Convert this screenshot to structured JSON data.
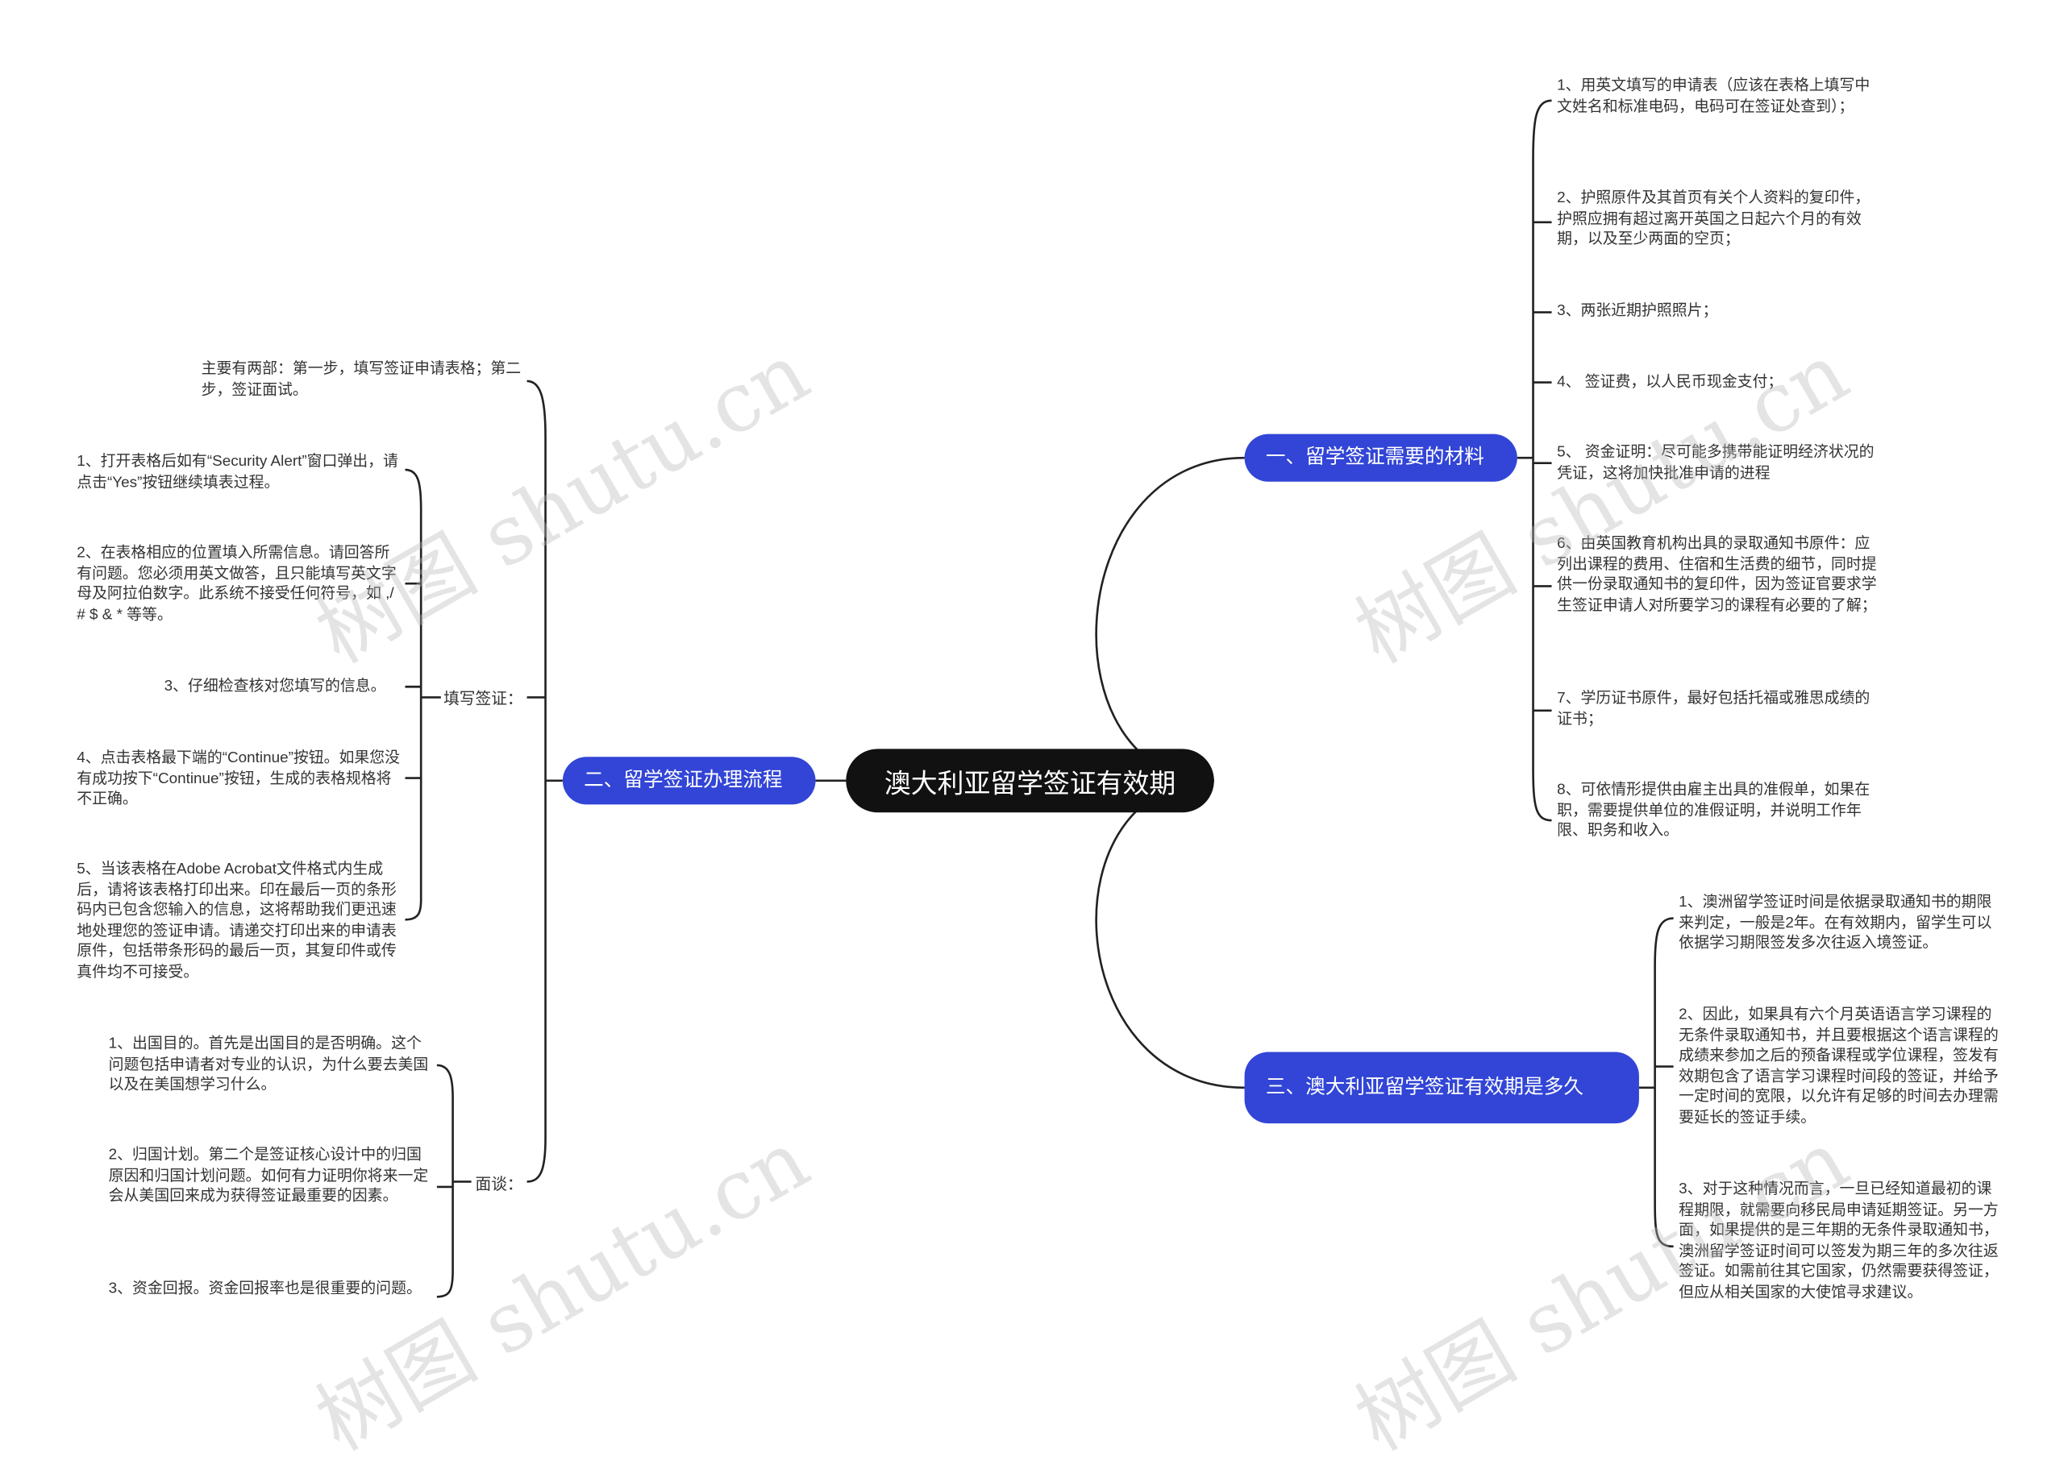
{
  "root": "澳大利亚留学签证有效期",
  "branches": {
    "b1": {
      "title": "一、留学签证需要的材料",
      "items": [
        "1、用英文填写的申请表（应该在表格上填写中文姓名和标准电码，电码可在签证处查到）；",
        "2、护照原件及其首页有关个人资料的复印件，护照应拥有超过离开英国之日起六个月的有效期，以及至少两面的空页；",
        "3、两张近期护照照片；",
        "4、 签证费，以人民币现金支付；",
        "5、 资金证明：尽可能多携带能证明经济状况的凭证，这将加快批准申请的进程",
        "6、由英国教育机构出具的录取通知书原件：应列出课程的费用、住宿和生活费的细节，同时提供一份录取通知书的复印件，因为签证官要求学生签证申请人对所要学习的课程有必要的了解；",
        "7、学历证书原件，最好包括托福或雅思成绩的证书；",
        "8、可依情形提供由雇主出具的准假单，如果在职，需要提供单位的准假证明，并说明工作年限、职务和收入。"
      ]
    },
    "b2": {
      "title": "二、留学签证办理流程",
      "intro": "主要有两部：第一步，填写签证申请表格；第二步，签证面试。",
      "fill_label": "填写签证：",
      "fill_items": [
        "1、打开表格后如有“Security Alert”窗口弹出，请点击“Yes”按钮继续填表过程。",
        "2、在表格相应的位置填入所需信息。请回答所有问题。您必须用英文做答，且只能填写英文字母及阿拉伯数字。此系统不接受任何符号，如 ,/ # $ & * 等等。",
        "3、仔细检查核对您填写的信息。",
        "4、点击表格最下端的“Continue”按钮。如果您没有成功按下“Continue”按钮，生成的表格规格将不正确。",
        "5、当该表格在Adobe Acrobat文件格式内生成后，请将该表格打印出来。印在最后一页的条形码内已包含您输入的信息，这将帮助我们更迅速地处理您的签证申请。请递交打印出来的申请表原件，包括带条形码的最后一页，其复印件或传真件均不可接受。"
      ],
      "interview_label": "面谈：",
      "interview_items": [
        "1、出国目的。首先是出国目的是否明确。这个问题包括申请者对专业的认识，为什么要去美国以及在美国想学习什么。",
        "2、归国计划。第二个是签证核心设计中的归国原因和归国计划问题。如何有力证明你将来一定会从美国回来成为获得签证最重要的因素。",
        "3、资金回报。资金回报率也是很重要的问题。"
      ]
    },
    "b3": {
      "title": "三、澳大利亚留学签证有效期是多久",
      "items": [
        "1、澳洲留学签证时间是依据录取通知书的期限来判定，一般是2年。在有效期内，留学生可以依据学习期限签发多次往返入境签证。",
        "2、因此，如果具有六个月英语语言学习课程的无条件录取通知书，并且要根据这个语言课程的成绩来参加之后的预备课程或学位课程，签发有效期包含了语言学习课程时间段的签证，并给予一定时间的宽限，以允许有足够的时间去办理需要延长的签证手续。",
        "3、对于这种情况而言，一旦已经知道最初的课程期限，就需要向移民局申请延期签证。另一方面，如果提供的是三年期的无条件录取通知书，澳洲留学签证时间可以签发为期三年的多次往返签证。如需前往其它国家，仍然需要获得签证，但应从相关国家的大使馆寻求建议。"
      ]
    }
  },
  "watermark": "树图 shutu.cn",
  "colors": {
    "root": "#111111",
    "branch": "#3245d6",
    "line": "#222222"
  }
}
